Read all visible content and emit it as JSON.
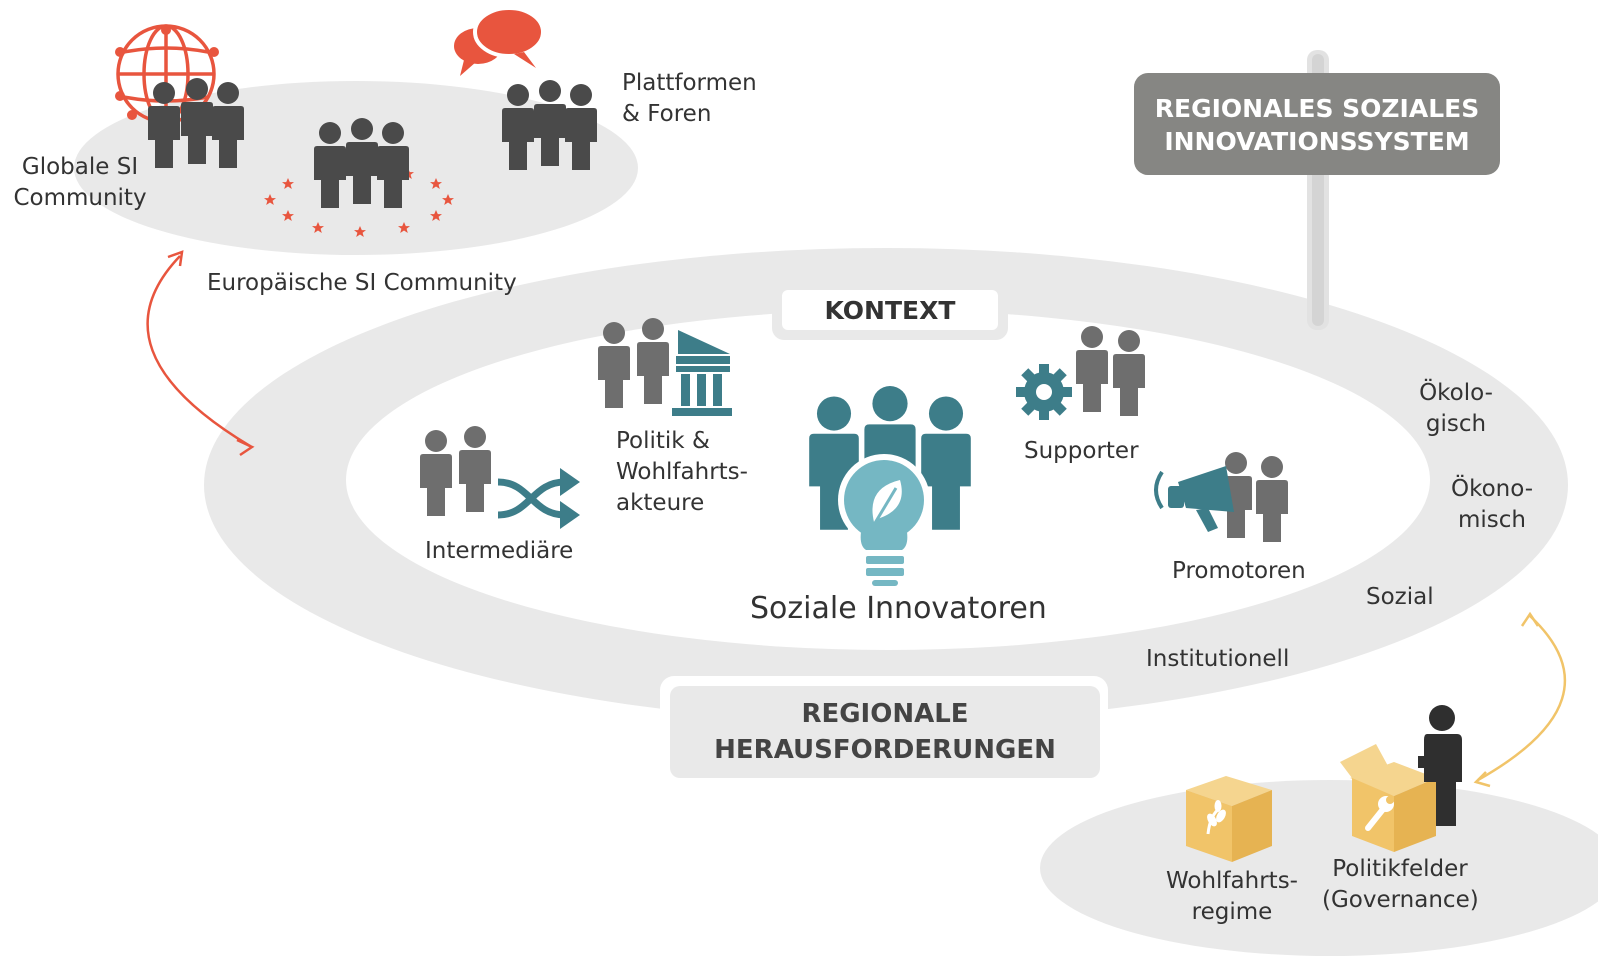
{
  "colors": {
    "ellipse_fill": "#e9e9e9",
    "person_dark": "#4a4a4a",
    "person_mid": "#6e6e6e",
    "teal": "#3d7d89",
    "teal_light": "#75b7c3",
    "orange": "#e8553e",
    "gold": "#f1c469",
    "sign_grey": "#868683",
    "text": "#333333"
  },
  "icons": [
    "globe-icon",
    "speech-bubbles-icon",
    "eu-stars-icon",
    "parliament-building-icon",
    "shuffle-arrows-icon",
    "lightbulb-leaf-icon",
    "gear-icon",
    "megaphone-icon",
    "leaf-box-icon",
    "wrench-box-icon",
    "person-group-icon"
  ],
  "labels": {
    "global_community": [
      "Globale SI",
      "Community"
    ],
    "european_community": "Europäische SI Community",
    "platforms": [
      "Plattformen",
      "& Foren"
    ],
    "sign": [
      "REGIONALES SOZIALES",
      "INNOVATIONSSYSTEM"
    ],
    "kontext": "KONTEXT",
    "politik": [
      "Politik &",
      "Wohlfahrts-",
      "akteure"
    ],
    "intermediaere": "Intermediäre",
    "innovatoren": "Soziale Innovatoren",
    "supporter": "Supporter",
    "promotoren": "Promotoren",
    "oekologisch": [
      "Ökolo-",
      "gisch"
    ],
    "oekonomisch": [
      "Ökono-",
      "misch"
    ],
    "sozial": "Sozial",
    "institutionell": "Institutionell",
    "herausforderungen": [
      "REGIONALE",
      "HERAUSFORDERUNGEN"
    ],
    "wohlfahrt": [
      "Wohlfahrts-",
      "regime"
    ],
    "politikfelder": [
      "Politikfelder",
      "(Governance)"
    ]
  }
}
